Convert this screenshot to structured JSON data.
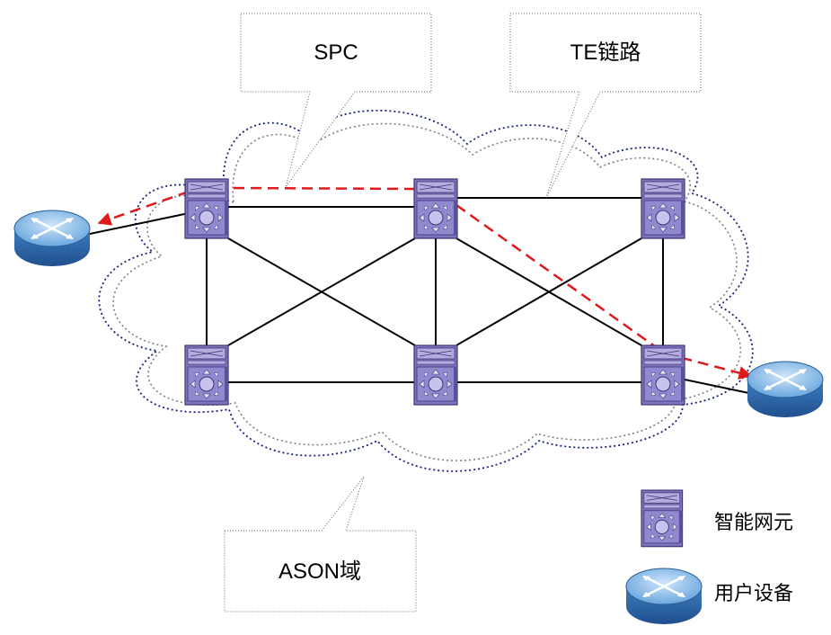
{
  "callouts": {
    "spc": "SPC",
    "te_link": "TE链路",
    "ason_domain": "ASON域"
  },
  "legend": {
    "ne_label": "智能网元",
    "user_label": "用户设备"
  },
  "colors": {
    "link": "#000000",
    "spc_path": "#e0191b",
    "cloud_blue": "#1a237e",
    "cloud_gray": "#808080",
    "ne_purple": "#8a80c8",
    "router_blue": "#4f8fcf"
  },
  "icons": {
    "ne": "smart-network-element-icon",
    "router": "user-equipment-router-icon"
  }
}
